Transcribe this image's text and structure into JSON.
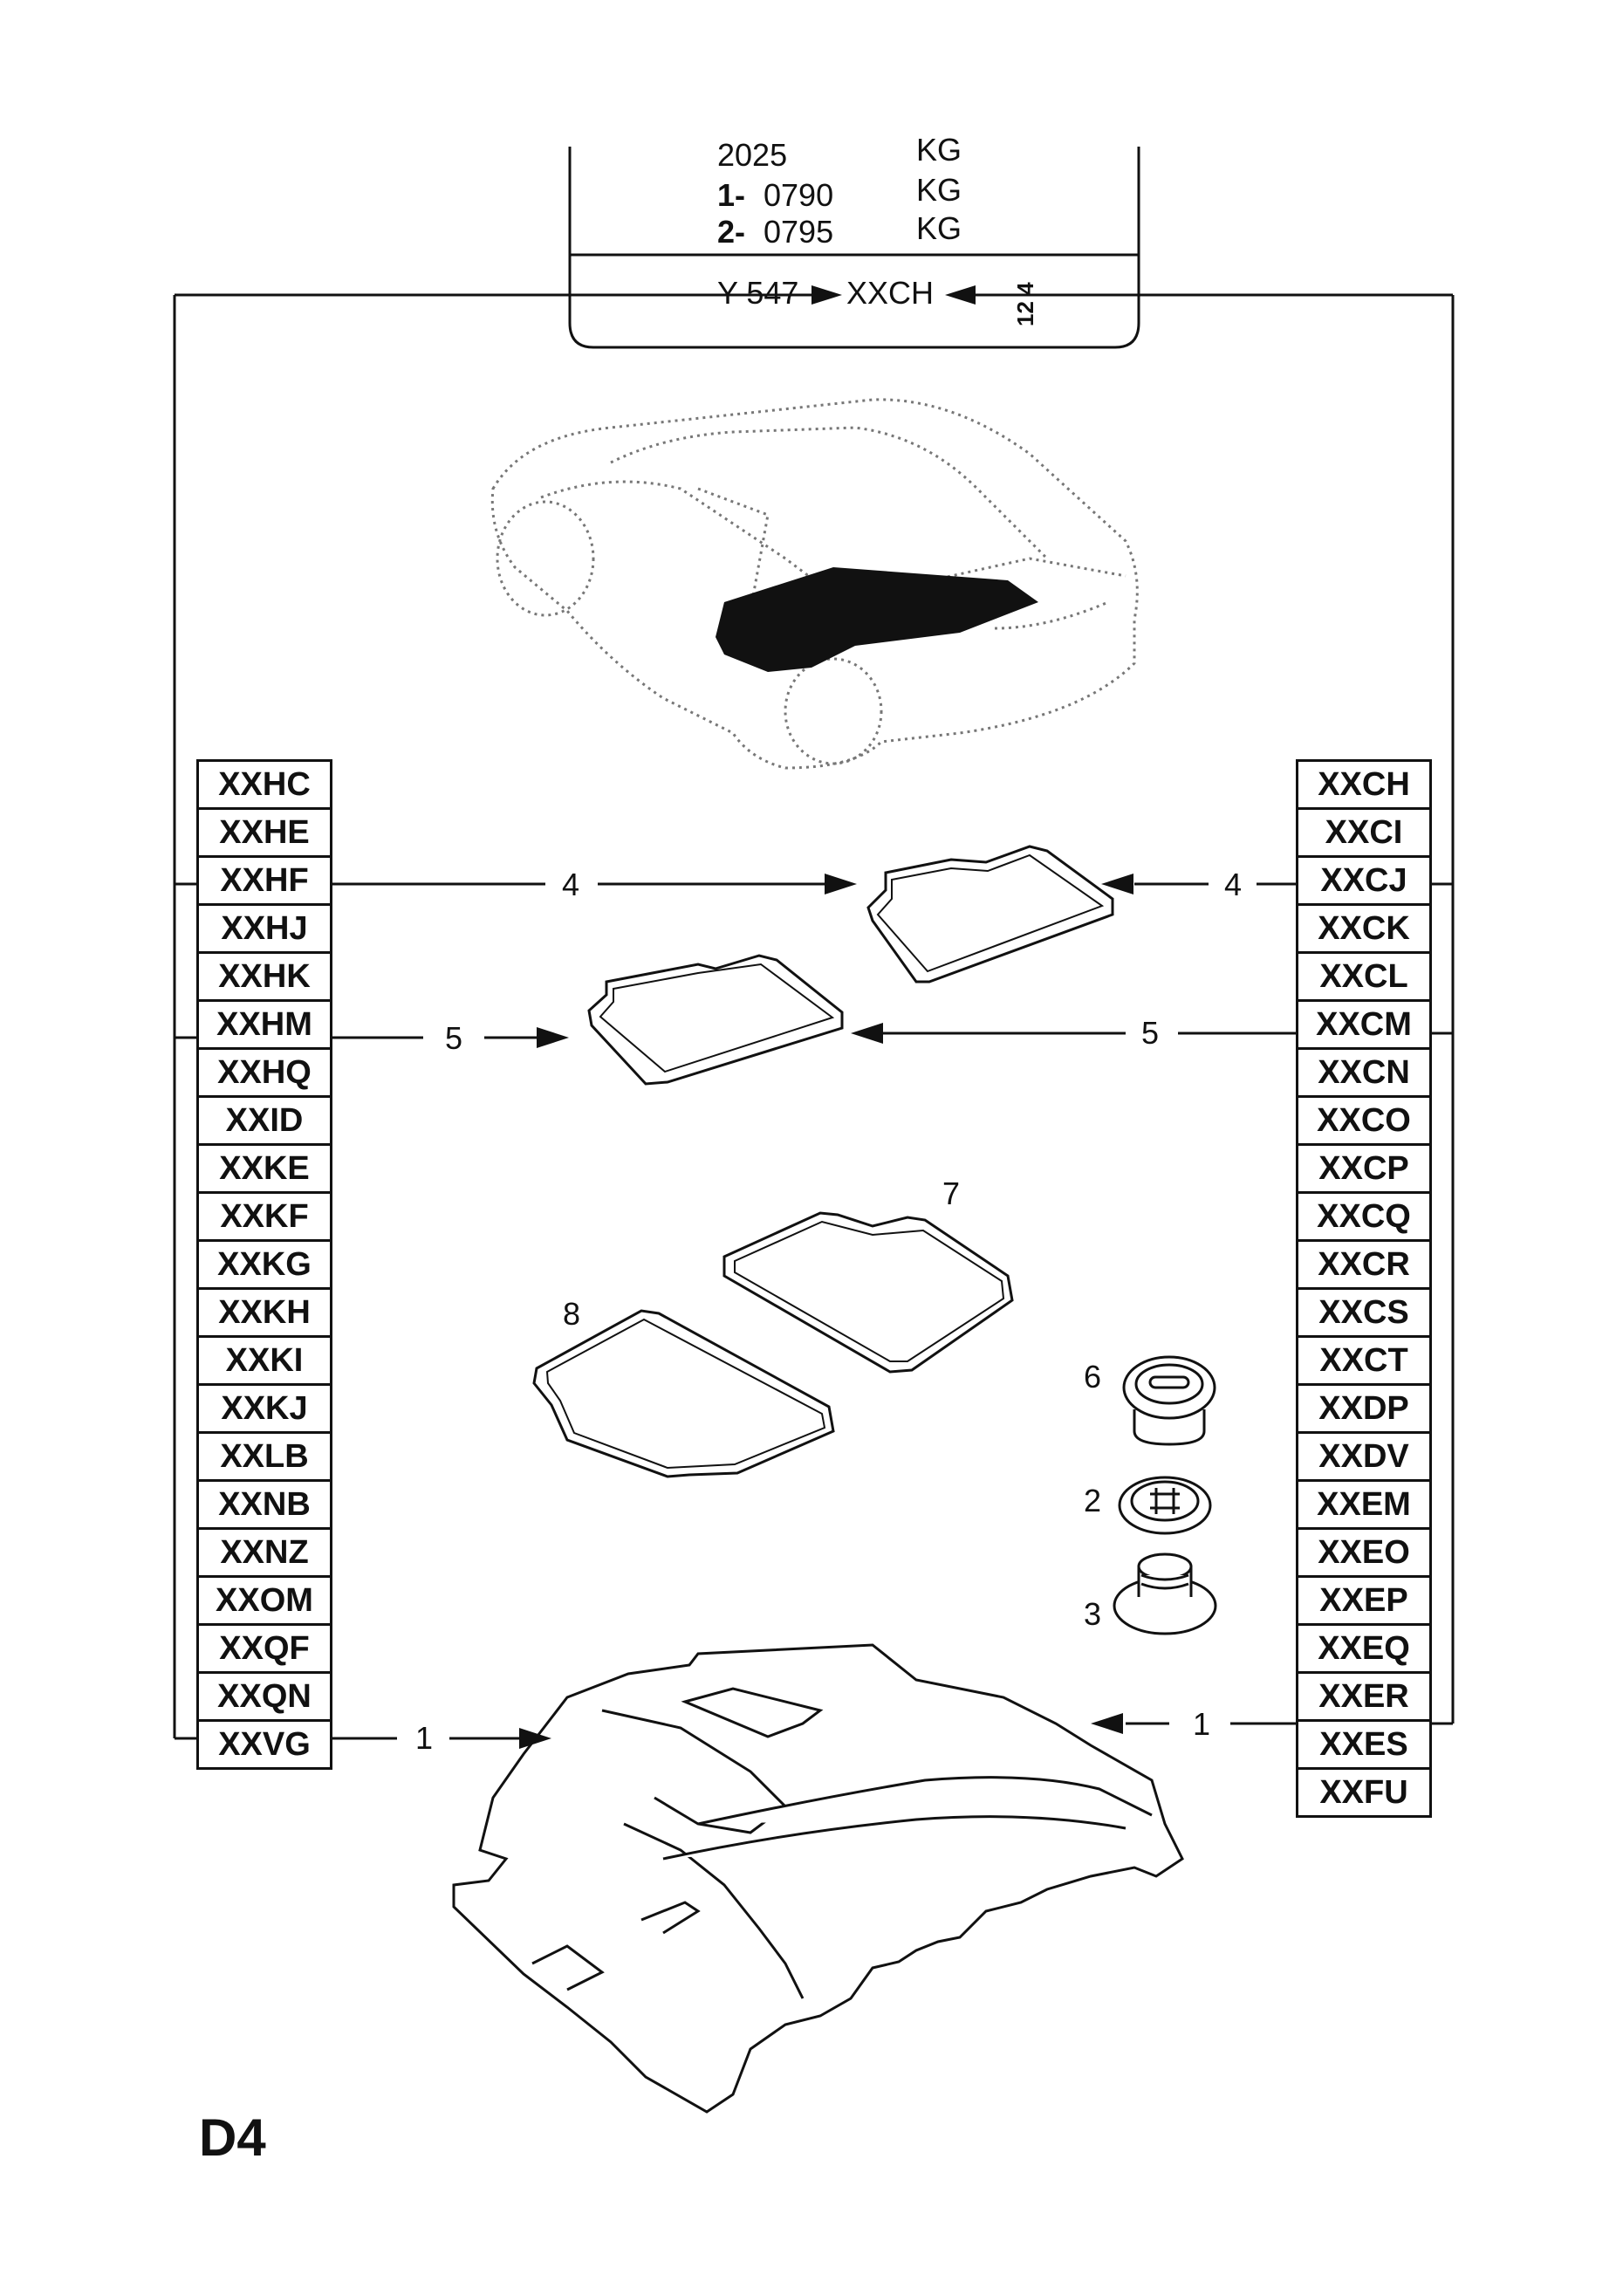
{
  "header": {
    "rows": [
      {
        "prefix": "",
        "number": "2025",
        "unit": "KG"
      },
      {
        "prefix": "1-",
        "number": "0790",
        "unit": "KG"
      },
      {
        "prefix": "2-",
        "number": "0795",
        "unit": "KG"
      }
    ],
    "ref_left": "Y 547",
    "ref_code": "XXCH",
    "ref_right": "12 4"
  },
  "left_codes": [
    "XXHC",
    "XXHE",
    "XXHF",
    "XXHJ",
    "XXHK",
    "XXHM",
    "XXHQ",
    "XXID",
    "XXKE",
    "XXKF",
    "XXKG",
    "XXKH",
    "XXKI",
    "XXKJ",
    "XXLB",
    "XXNB",
    "XXNZ",
    "XXOM",
    "XXQF",
    "XXQN",
    "XXVG"
  ],
  "right_codes": [
    "XXCH",
    "XXCI",
    "XXCJ",
    "XXCK",
    "XXCL",
    "XXCM",
    "XXCN",
    "XXCO",
    "XXCP",
    "XXCQ",
    "XXCR",
    "XXCS",
    "XXCT",
    "XXDP",
    "XXDV",
    "XXEM",
    "XXEO",
    "XXEP",
    "XXEQ",
    "XXER",
    "XXES",
    "XXFU"
  ],
  "callouts": {
    "part_1": "1",
    "part_2": "2",
    "part_3": "3",
    "part_4": "4",
    "part_5": "5",
    "part_6": "6",
    "part_7": "7",
    "part_8": "8"
  },
  "page_id": "D4"
}
